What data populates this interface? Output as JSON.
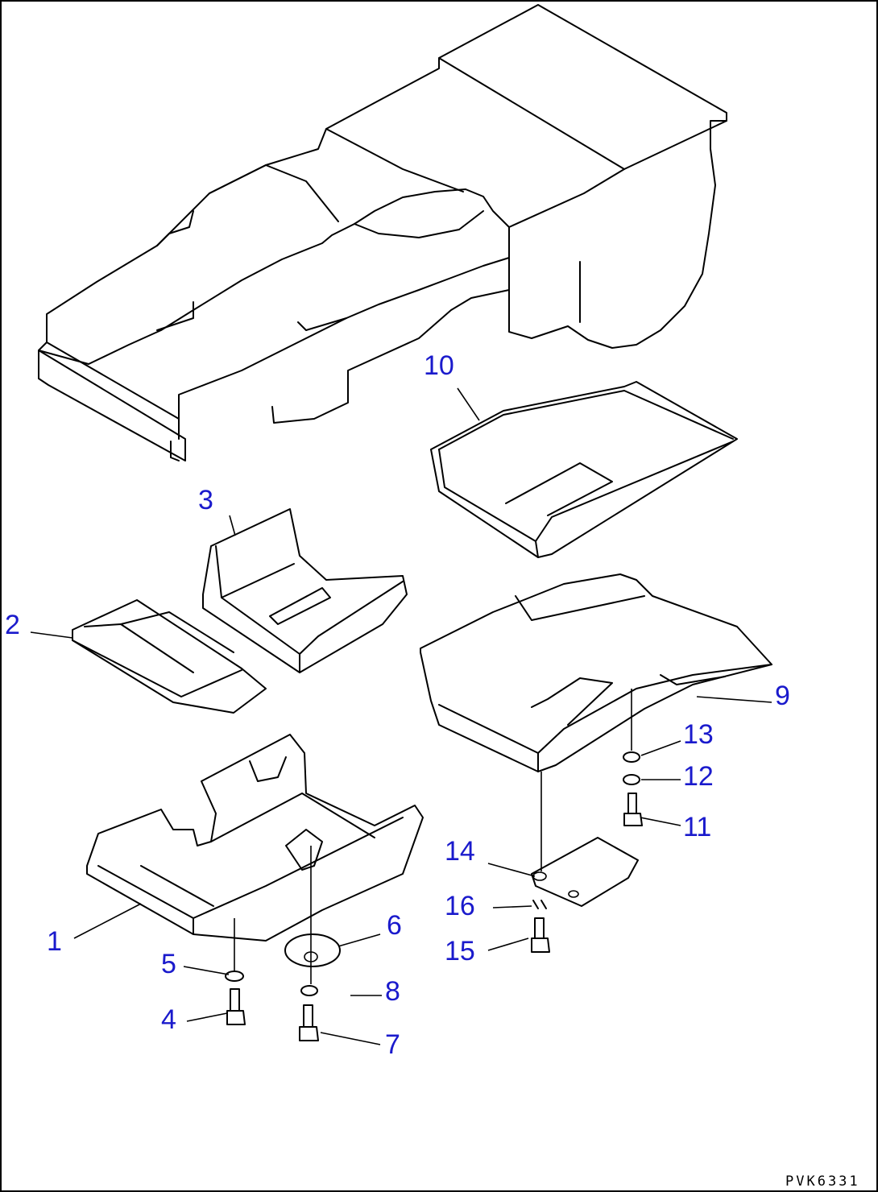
{
  "drawing_code": "PVK6331",
  "callouts": [
    {
      "label": "1"
    },
    {
      "label": "2"
    },
    {
      "label": "3"
    },
    {
      "label": "4"
    },
    {
      "label": "5"
    },
    {
      "label": "6"
    },
    {
      "label": "7"
    },
    {
      "label": "8"
    },
    {
      "label": "9"
    },
    {
      "label": "10"
    },
    {
      "label": "11"
    },
    {
      "label": "12"
    },
    {
      "label": "13"
    },
    {
      "label": "14"
    },
    {
      "label": "15"
    },
    {
      "label": "16"
    }
  ],
  "colors": {
    "callout": "#1a1acc",
    "line": "#000000",
    "background": "#ffffff"
  }
}
